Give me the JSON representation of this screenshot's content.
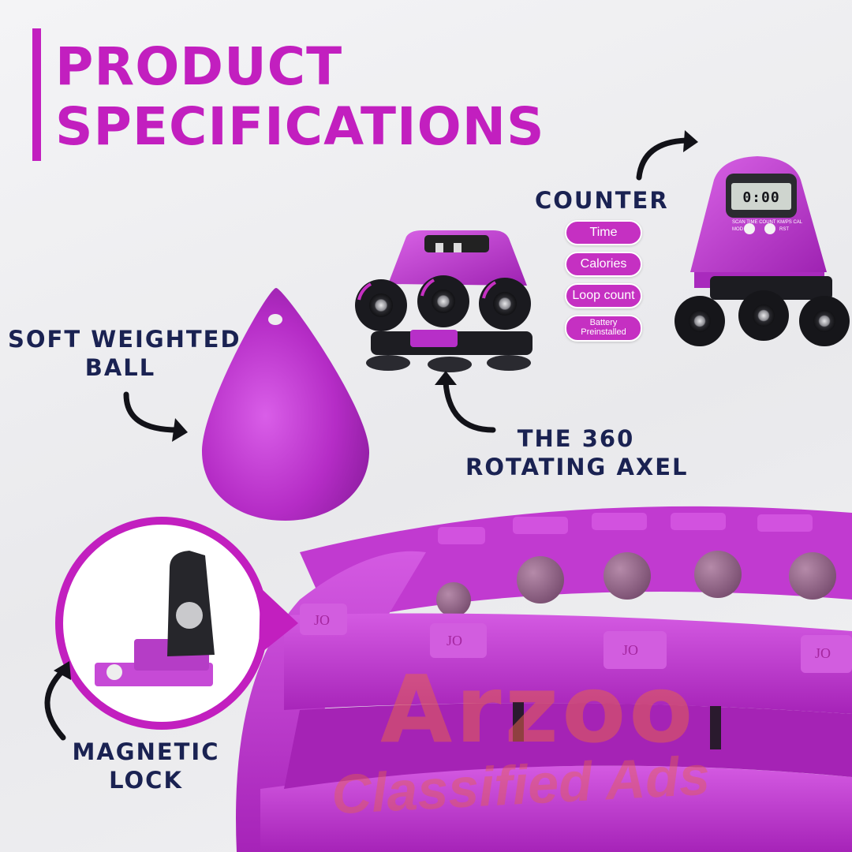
{
  "header": {
    "title_line1": "PRODUCT",
    "title_line2": "SPECIFICATIONS"
  },
  "labels": {
    "counter": "COUNTER",
    "soft_ball_line1": "SOFT WEIGHTED",
    "soft_ball_line2": "BALL",
    "axel_line1": "THE 360",
    "axel_line2": "ROTATING AXEL",
    "magnetic_line1": "MAGNETIC",
    "magnetic_line2": "LOCK"
  },
  "counter_features": [
    "Time",
    "Calories",
    "Loop count"
  ],
  "battery": {
    "line1": "Battery",
    "line2": "Preinstalled"
  },
  "counter_display": {
    "readout": "0:00",
    "button_labels": "SCAN TIME COUNT KM/PS CAL",
    "mod_label": "MOD",
    "rst_label": "RST"
  },
  "hoop_links": {
    "mark": "JO"
  },
  "watermark": {
    "brand": "Arzoo",
    "tagline": "Classified Ads"
  },
  "colors": {
    "accent_magenta": "#c21fbf",
    "label_navy": "#1a2252",
    "pill_fill": "#c530c2",
    "product_purple": "#b72fc8",
    "watermark_coral": "#e46050"
  }
}
